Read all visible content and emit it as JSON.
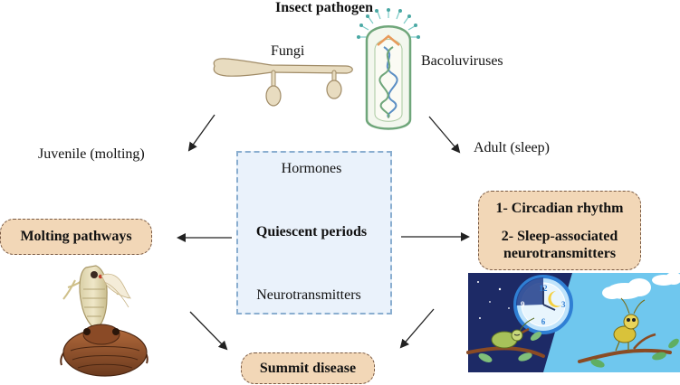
{
  "title": "Insect pathogen",
  "pathogens": {
    "fungi": "Fungi",
    "baculoviruses": "Bacoluviruses"
  },
  "stages": {
    "juvenile": "Juvenile (molting)",
    "adult": "Adult (sleep)"
  },
  "center": {
    "hormones": "Hormones",
    "quiescent": "Quiescent periods",
    "neurotransmitters": "Neurotransmitters"
  },
  "boxes": {
    "molting": "Molting pathways",
    "circadian": "1- Circadian rhythm",
    "sleep_line1": "2- Sleep-associated",
    "sleep_line2": "neurotransmitters",
    "summit": "Summit disease"
  },
  "clock": {
    "n12": "12",
    "n3": "3",
    "n6": "6",
    "n9": "9"
  },
  "colors": {
    "pill_fill": "#f2d7b7",
    "pill_border": "#7a5a44",
    "center_fill": "#eaf2fb",
    "center_border": "#8aaed0",
    "night_sky": "#1d2a66",
    "day_sky": "#6fc7ee"
  }
}
